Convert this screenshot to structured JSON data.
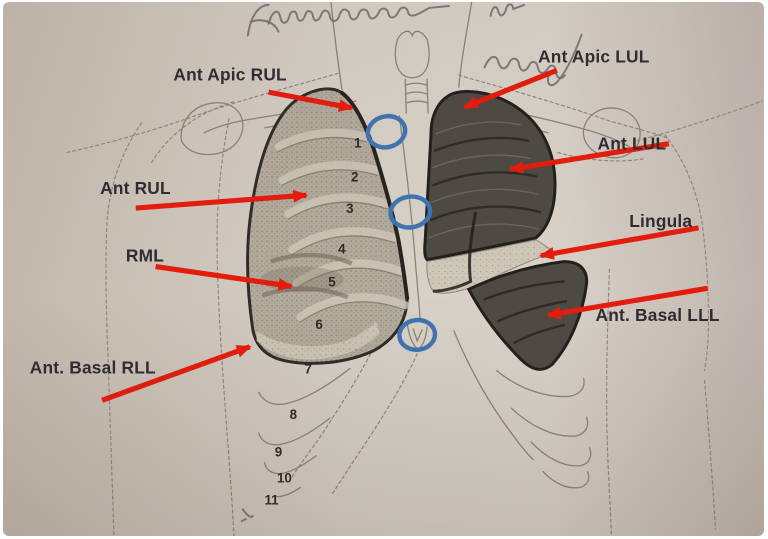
{
  "photo": {
    "type": "annotated anatomy worksheet photograph",
    "subject": "Anterior thorax with lungs, numbered ribs and auscultation landmarks",
    "paper_color": "#d5cfc5",
    "arrow_color": "#e41c0d",
    "circle_color": "#3f74b2",
    "handwriting": "illegible pencil notes in top margin"
  },
  "labels": [
    {
      "id": "ant-apic-rul",
      "text": "Ant Apic RUL"
    },
    {
      "id": "ant-rul",
      "text": "Ant RUL"
    },
    {
      "id": "rml",
      "text": "RML"
    },
    {
      "id": "ant-basal-rll",
      "text": "Ant. Basal RLL"
    },
    {
      "id": "ant-apic-lul",
      "text": "Ant Apic LUL"
    },
    {
      "id": "ant-lul",
      "text": "Ant LUL"
    },
    {
      "id": "lingula",
      "text": "Lingula"
    },
    {
      "id": "ant-basal-lll",
      "text": "Ant. Basal LLL"
    }
  ],
  "rib_numbers": [
    "1",
    "2",
    "3",
    "4",
    "5",
    "6",
    "7",
    "8",
    "9",
    "10",
    "11"
  ]
}
